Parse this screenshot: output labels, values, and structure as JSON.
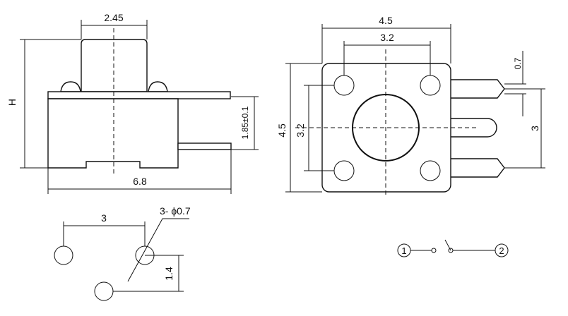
{
  "side_view": {
    "dims": {
      "button_width": "2.45",
      "height": "H",
      "overall_width": "6.8",
      "pin_height": "1.85±0.1"
    }
  },
  "top_view": {
    "dims": {
      "outer_width": "4.5",
      "hole_span_x": "3.2",
      "outer_height": "4.5",
      "hole_span_y": "3.2",
      "pin_thickness": "0.7",
      "pin_pitch": "3"
    }
  },
  "footprint": {
    "dims": {
      "spacing": "3",
      "hole_spec": "3- ϕ0.7",
      "offset": "1.4"
    }
  },
  "schematic": {
    "terminal_1": "1",
    "terminal_2": "2"
  }
}
